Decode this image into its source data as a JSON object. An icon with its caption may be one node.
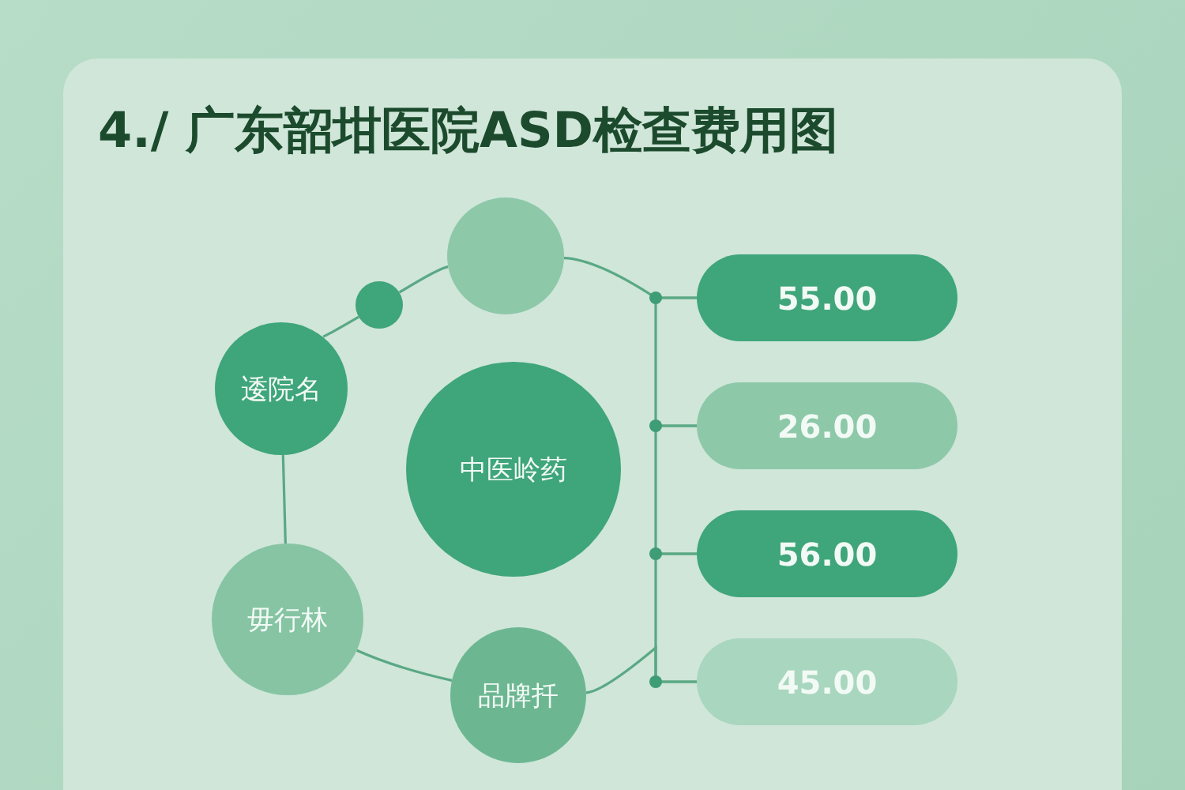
{
  "diagram": {
    "title": "4./ 广东韶坩医院ASD检查费用图",
    "nodes": [
      {
        "text": [],
        "shape": "circle"
      },
      {
        "text": [],
        "shape": "circle"
      },
      {
        "text": [
          "逶院名"
        ]
      },
      {
        "text": [
          "中医岭药"
        ]
      },
      {
        "text": [
          "毋行林"
        ]
      },
      {
        "text": [
          "品牌扦"
        ]
      },
      {
        "text": [
          "55.00"
        ]
      },
      {
        "text": [
          "26.00"
        ]
      },
      {
        "text": [
          "56.00"
        ]
      },
      {
        "text": [
          "45.00"
        ]
      }
    ],
    "edges": [
      {
        "from": 2,
        "to": 0,
        "arrow": "none"
      },
      {
        "from": 0,
        "to": 1,
        "arrow": "none"
      },
      {
        "from": 1,
        "to": 6,
        "arrow": "none"
      },
      {
        "from": 2,
        "to": 4,
        "arrow": "none"
      },
      {
        "from": 4,
        "to": 5,
        "arrow": "none"
      },
      {
        "from": 5,
        "to": 9,
        "arrow": "none"
      },
      {
        "from": 6,
        "to": 7,
        "arrow": "none"
      },
      {
        "from": 7,
        "to": 8,
        "arrow": "none"
      },
      {
        "from": 8,
        "to": 9,
        "arrow": "none"
      }
    ]
  }
}
